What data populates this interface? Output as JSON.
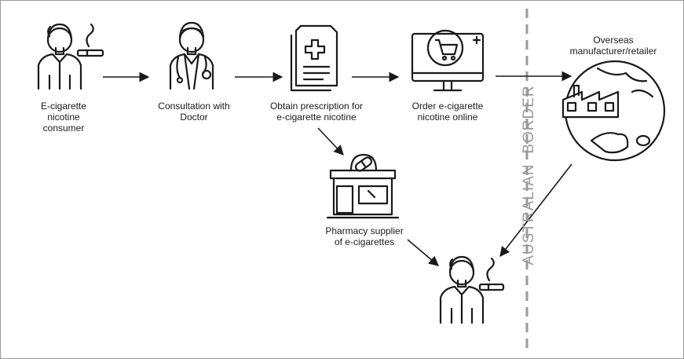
{
  "nodes": {
    "consumer": "E-cigarette\nnicotine\nconsumer",
    "doctor": "Consultation with\nDoctor",
    "prescription": "Obtain prescription for\ne-cigarette nicotine",
    "order": "Order e-cigarette\nnicotine online",
    "overseas": "Overseas\nmanufacturer/retailer",
    "pharmacy": "Pharmacy supplier\nof e-cigarettes"
  },
  "border": {
    "word1": "AUSTRALIAN",
    "word2": "BORDER"
  },
  "colors": {
    "ink": "#1a1a1a",
    "border_line": "#9a9a9a",
    "border_text": "#9a9a9a"
  }
}
